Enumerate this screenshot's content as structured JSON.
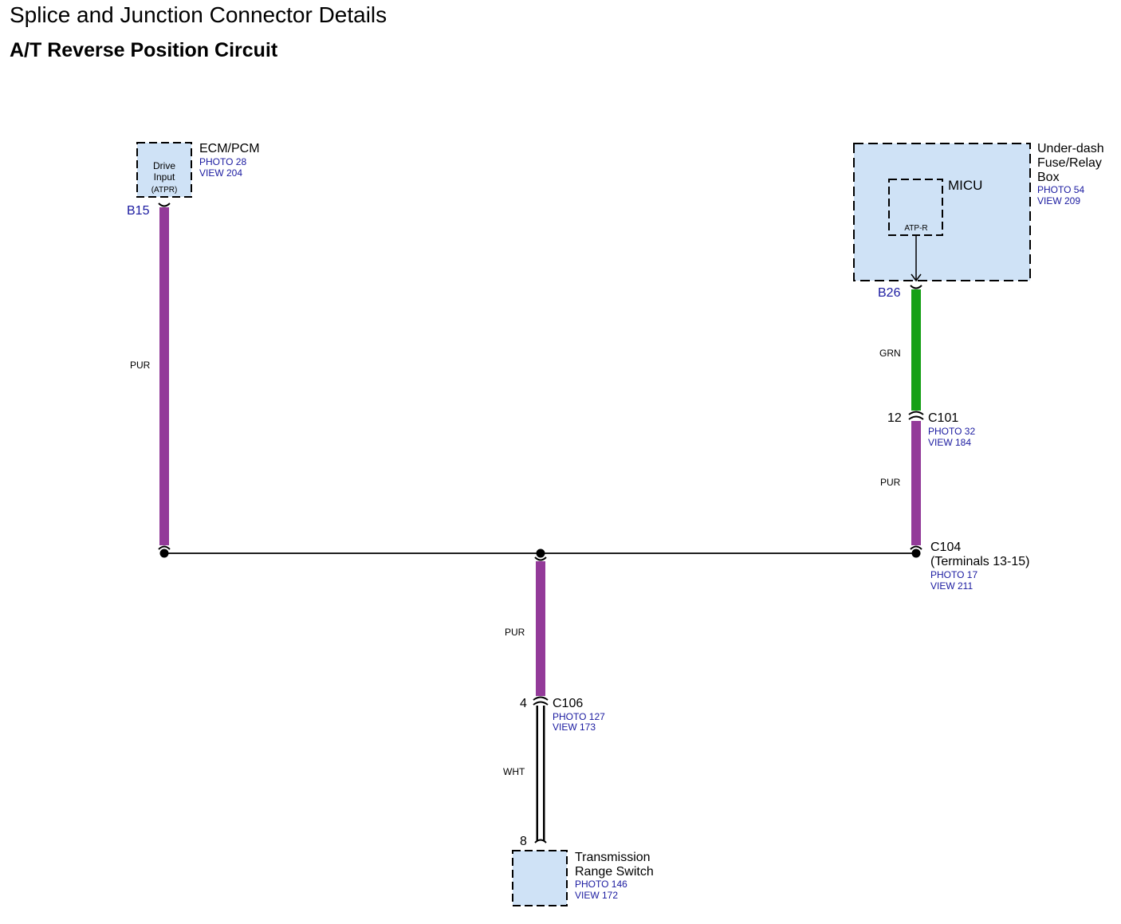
{
  "header": {
    "title": "Splice and Junction Connector Details",
    "subtitle": "A/T Reverse Position Circuit"
  },
  "colors": {
    "component_fill": "#cfe2f6",
    "wire_purple": "#933a99",
    "wire_green": "#16a016",
    "wire_white": "#ffffff",
    "ref_text_blue": "#1a1aa0"
  },
  "ecm": {
    "name": "ECM/PCM",
    "photo": "PHOTO 28",
    "view": "VIEW 204",
    "inner_line1": "Drive",
    "inner_line2": "Input",
    "inner_line3": "(ATPR)",
    "pin": "B15",
    "wire_color": "PUR"
  },
  "fusebox": {
    "name_line1": "Under-dash",
    "name_line2": "Fuse/Relay",
    "name_line3": "Box",
    "photo": "PHOTO 54",
    "view": "VIEW 209",
    "micu_label": "MICU",
    "micu_terminal": "ATP-R",
    "pin": "B26",
    "wire_color": "GRN"
  },
  "c101": {
    "name": "C101",
    "photo": "PHOTO 32",
    "view": "VIEW 184",
    "pin": "12",
    "wire_color": "PUR"
  },
  "c104": {
    "name": "C104",
    "terminals": "(Terminals 13-15)",
    "photo": "PHOTO 17",
    "view": "VIEW 211"
  },
  "branch": {
    "wire_color": "PUR"
  },
  "c106": {
    "name": "C106",
    "photo": "PHOTO 127",
    "view": "VIEW 173",
    "pin": "4",
    "wire_color": "WHT"
  },
  "trs": {
    "name_line1": "Transmission",
    "name_line2": "Range Switch",
    "photo": "PHOTO 146",
    "view": "VIEW 172",
    "pin": "8"
  }
}
